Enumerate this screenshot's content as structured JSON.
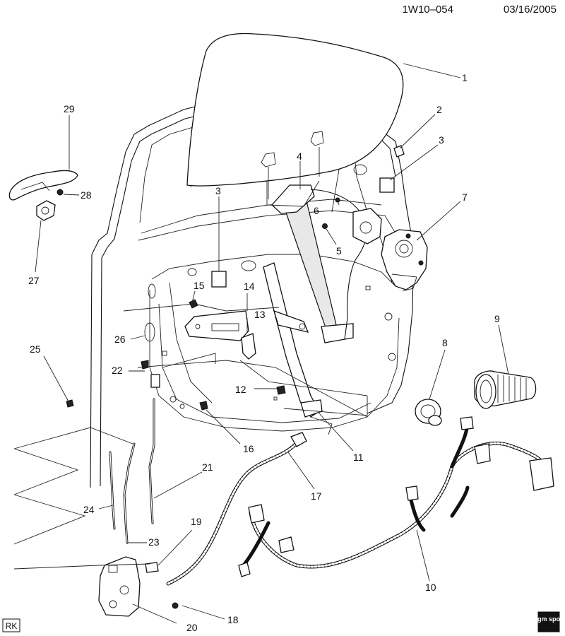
{
  "header": {
    "code": "1W10–054",
    "date": "03/16/2005"
  },
  "footer": {
    "left_code": "RK",
    "logo_text": "gm spo"
  },
  "callouts": [
    "1",
    "2",
    "3",
    "3",
    "4",
    "5",
    "6",
    "7",
    "8",
    "9",
    "10",
    "11",
    "12",
    "13",
    "14",
    "15",
    "16",
    "17",
    "18",
    "19",
    "20",
    "21",
    "22",
    "23",
    "24",
    "25",
    "26",
    "27",
    "28",
    "29"
  ]
}
